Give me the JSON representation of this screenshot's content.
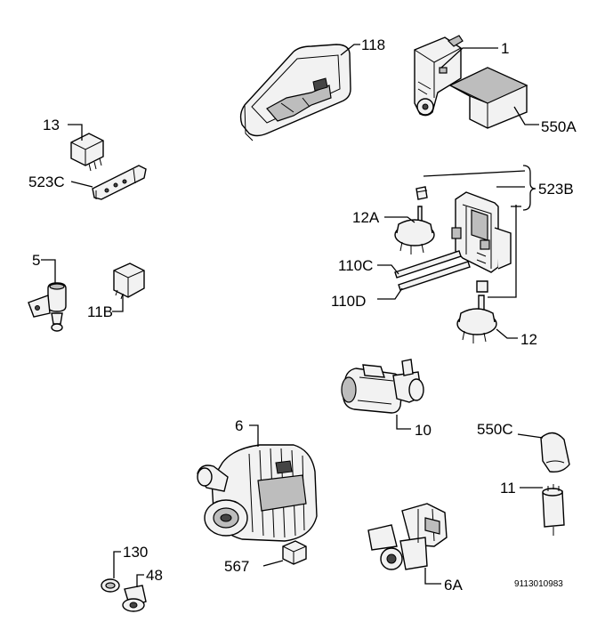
{
  "diagram": {
    "labels": {
      "p118": "118",
      "p1": "1",
      "p550a": "550A",
      "p13": "13",
      "p523c": "523C",
      "p523b": "523B",
      "p12a": "12A",
      "p5": "5",
      "p110c": "110C",
      "p110d": "110D",
      "p11b": "11B",
      "p12": "12",
      "p10": "10",
      "p6": "6",
      "p550c": "550C",
      "p11": "11",
      "p567": "567",
      "p6a": "6A",
      "p130": "130",
      "p48": "48"
    },
    "reference_code": "9113010983"
  }
}
